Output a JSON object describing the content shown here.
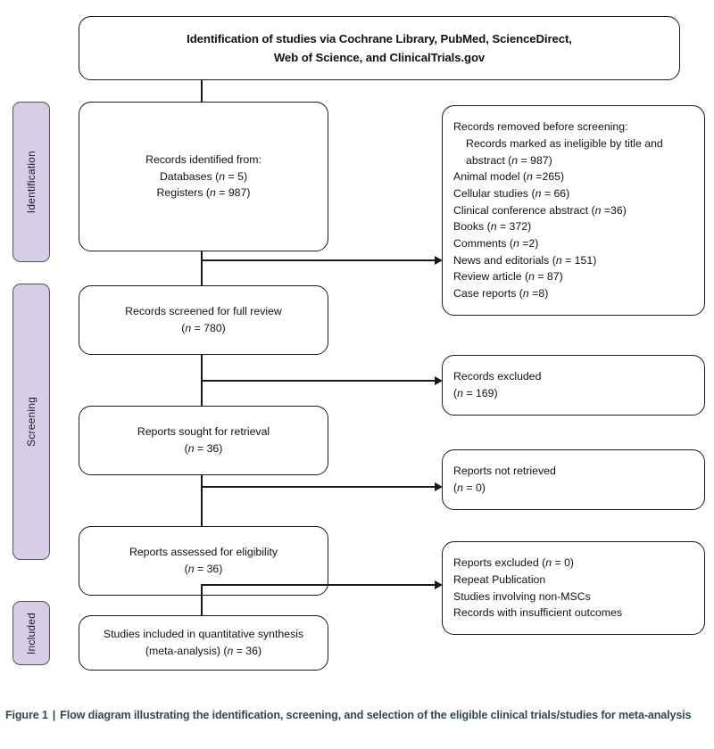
{
  "figure": {
    "header": {
      "line1": "Identification of studies via Cochrane Library, PubMed, ScienceDirect,",
      "line2": "Web of Science, and ClinicalTrials.gov"
    },
    "stages": [
      {
        "label": "Identification"
      },
      {
        "label": "Screening"
      },
      {
        "label": "Included"
      }
    ],
    "main_boxes": [
      {
        "name": "records-identified",
        "lines": [
          "Records identified from:",
          "Databases (n = 5)",
          "Registers (n = 987)"
        ]
      },
      {
        "name": "records-screened",
        "lines": [
          "Records screened for full review",
          "(n = 780)"
        ]
      },
      {
        "name": "reports-sought",
        "lines": [
          "Reports sought for retrieval",
          "(n = 36)"
        ]
      },
      {
        "name": "reports-assessed",
        "lines": [
          "Reports assessed for eligibility",
          "(n = 36)"
        ]
      },
      {
        "name": "studies-included",
        "lines": [
          "Studies included in quantitative synthesis",
          "(meta-analysis) (n = 36)"
        ]
      }
    ],
    "side_boxes": [
      {
        "name": "records-removed",
        "lines": [
          "Records removed before screening:",
          "Records marked as ineligible by title and abstract (n = 987)",
          "Animal model (n =265)",
          "Cellular studies (n = 66)",
          "Clinical conference abstract (n =36)",
          "Books (n = 372)",
          "Comments (n =2)",
          "News and editorials (n = 151)",
          "Review article (n = 87)",
          "Case reports (n =8)"
        ]
      },
      {
        "name": "records-excluded",
        "lines": [
          "Records excluded",
          "(n = 169)"
        ]
      },
      {
        "name": "reports-not-retrieved",
        "lines": [
          "Reports not retrieved",
          "(n = 0)"
        ]
      },
      {
        "name": "reports-excluded",
        "lines": [
          "Reports excluded (n = 0)",
          "Repeat Publication",
          "Studies involving non-MSCs",
          "Records with insufficient outcomes"
        ]
      }
    ],
    "caption": {
      "label": "Figure 1",
      "separator": "|",
      "text": "Flow diagram illustrating the identification, screening, and selection of the eligible clinical trials/studies for meta-analysis"
    },
    "colors": {
      "stage_fill": "#d7cee5",
      "stage_border": "#55505c",
      "box_border": "#1a1a1a",
      "caption_text": "#2d4a54",
      "background": "#ffffff"
    }
  }
}
